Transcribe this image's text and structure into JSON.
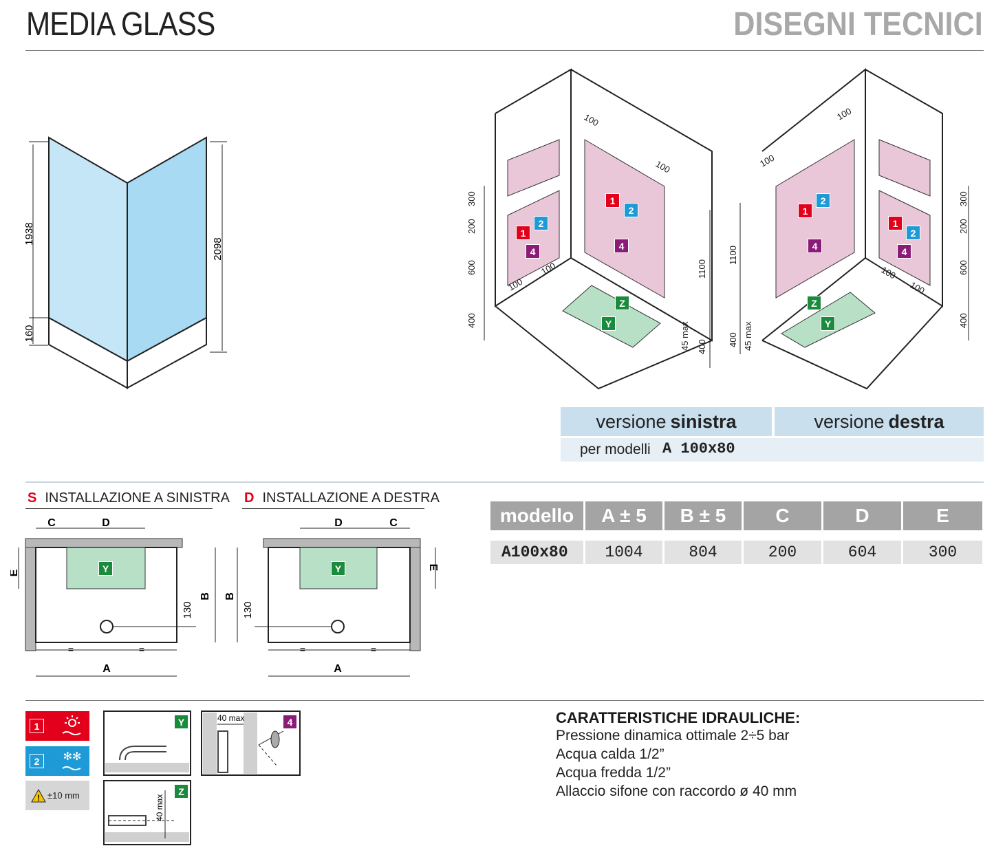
{
  "header": {
    "title_left": "MEDIA GLASS",
    "title_right": "DISEGNI TECNICI"
  },
  "colors": {
    "red": "#e2001a",
    "blue": "#1e9ad6",
    "purple": "#8a1c78",
    "green": "#1a8a3c",
    "glass": "#b9e0f4",
    "wall_pink": "#e9c7d8",
    "floor_green": "#b8e0c7",
    "header_grey": "#a4a4a4",
    "light_blue": "#c9dfee"
  },
  "elevation": {
    "dim_1938": "1938",
    "dim_160": "160",
    "dim_2098": "2098"
  },
  "iso_left": {
    "dims": {
      "d100_a": "100",
      "d100_b": "100",
      "d100_c": "100",
      "d100_d": "100",
      "d300": "300",
      "d200": "200",
      "d600": "600",
      "d400": "400",
      "d1100": "1100",
      "d45max": "45 max",
      "d400b": "400"
    }
  },
  "iso_right": {
    "dims": {
      "d100_a": "100",
      "d100_b": "100",
      "d100_c": "100",
      "d100_d": "100",
      "d300": "300",
      "d200": "200",
      "d600": "600",
      "d400": "400",
      "d1100": "1100",
      "d45max": "45 max",
      "d400b": "400"
    }
  },
  "markers": {
    "m1": "1",
    "m2": "2",
    "m4": "4",
    "mY": "Y",
    "mZ": "Z"
  },
  "versions": {
    "sinistra_prefix": "versione",
    "sinistra_bold": "sinistra",
    "destra_prefix": "versione",
    "destra_bold": "destra",
    "per_modelli": "per modelli",
    "model": "A 100x80"
  },
  "install_left": {
    "letter": "S",
    "title": "INSTALLAZIONE A SINISTRA",
    "dims": {
      "C": "C",
      "D": "D",
      "E": "E",
      "B": "B",
      "A": "A",
      "d130": "130",
      "eq": "="
    }
  },
  "install_right": {
    "letter": "D",
    "title": "INSTALLAZIONE A DESTRA",
    "dims": {
      "C": "C",
      "D": "D",
      "E": "E",
      "B": "B",
      "A": "A",
      "d130": "130",
      "eq": "="
    }
  },
  "table": {
    "headers": [
      "modello",
      "A ± 5",
      "B ± 5",
      "C",
      "D",
      "E"
    ],
    "rows": [
      [
        "A100x80",
        "1004",
        "804",
        "200",
        "604",
        "300"
      ]
    ]
  },
  "legend": {
    "hot": "1",
    "cold": "2",
    "tolerance": "±10 mm",
    "d40max": "40 max",
    "d40max_b": "40 max"
  },
  "characteristics": {
    "title": "CARATTERISTICHE IDRAULICHE:",
    "lines": [
      "Pressione dinamica ottimale 2÷5 bar",
      "Acqua calda 1/2”",
      "Acqua fredda 1/2”",
      "Allaccio sifone con raccordo ø 40 mm"
    ]
  }
}
